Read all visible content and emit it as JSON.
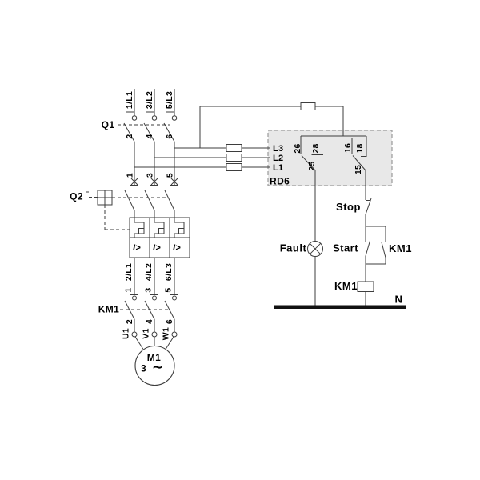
{
  "power": {
    "q1": {
      "label": "Q1",
      "top": [
        "1/L1",
        "3/L2",
        "5/L3"
      ],
      "bottom": [
        "2",
        "4",
        "6"
      ]
    },
    "disconnect": {
      "terminals": [
        "1",
        "3",
        "5"
      ]
    },
    "q2": {
      "label": "Q2"
    },
    "overload": {
      "magnetic_symbol": "I>",
      "out": [
        "2/L1",
        "4/L2",
        "6/L3"
      ]
    },
    "km1": {
      "label": "KM1",
      "top": [
        "1",
        "3",
        "5"
      ],
      "bottom": [
        "2",
        "4",
        "6"
      ]
    },
    "motor": {
      "terminals": [
        "U1",
        "V1",
        "W1"
      ],
      "name": "M1",
      "phases": "3",
      "ac_symbol": "∼"
    }
  },
  "relay": {
    "name": "RD6",
    "inputs": [
      "L3",
      "L2",
      "L1"
    ],
    "contact1": {
      "nc": "26",
      "no": "28",
      "com": "25"
    },
    "contact2": {
      "nc": "16",
      "no": "18",
      "com": "15"
    }
  },
  "control": {
    "stop": "Stop",
    "start": "Start",
    "km1_aux": "KM1",
    "fault": "Fault",
    "km1_coil": "KM1",
    "neutral": "N"
  },
  "colors": {
    "line": "#3d3d3d",
    "relay_box_fill": "#e8e8e8",
    "relay_box_border": "#9a9a9a",
    "bus": "#111111",
    "background": "#ffffff"
  }
}
